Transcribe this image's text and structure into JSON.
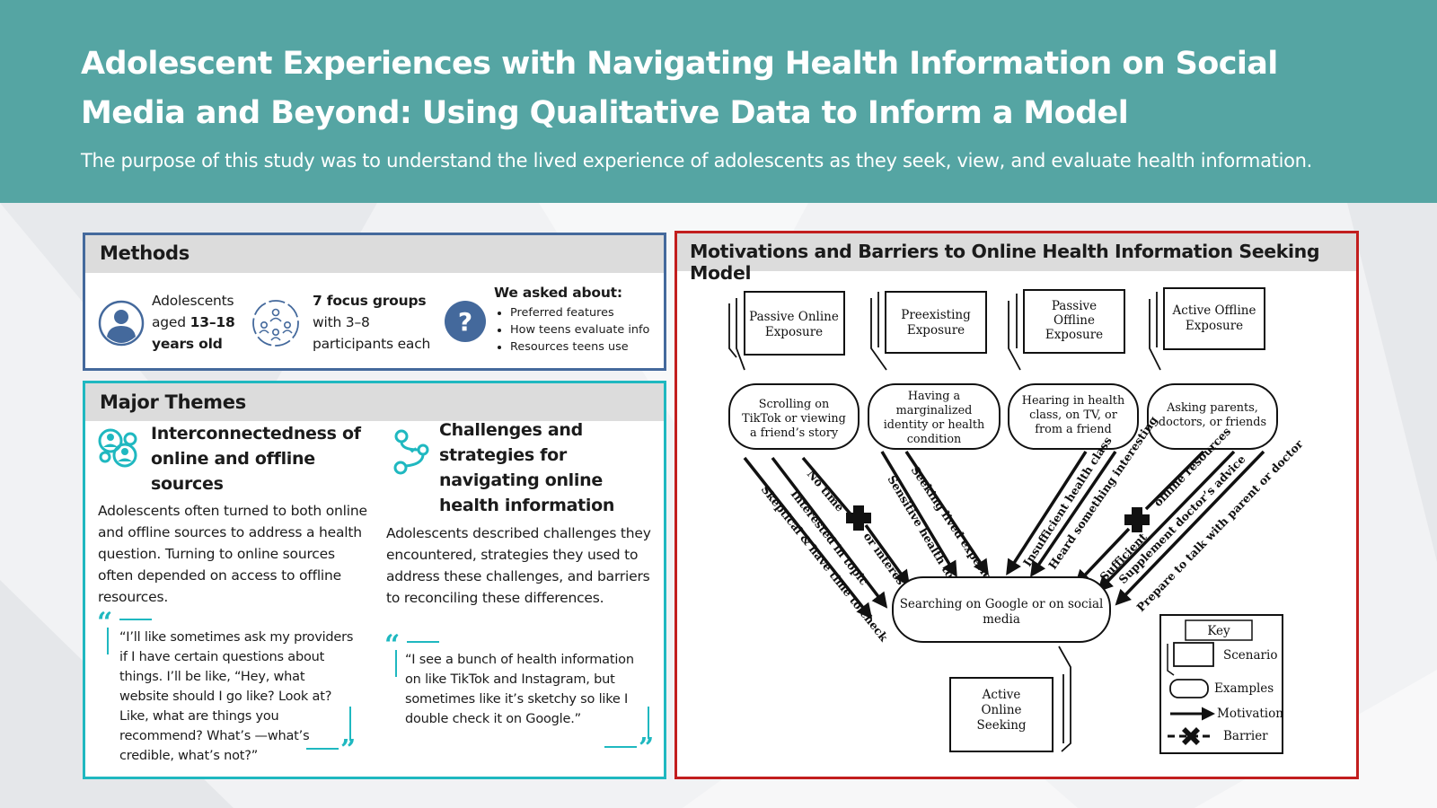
{
  "header": {
    "title": "Adolescent Experiences with Navigating Health Information on Social Media and Beyond: Using Qualitative Data to Inform a Model",
    "subtitle": "The purpose of this study was to understand the lived experience of adolescents as they seek, view, and evaluate health information."
  },
  "methods": {
    "heading": "Methods",
    "age": {
      "pre": "Adolescents",
      "pre2": "aged",
      "bold": "13–18",
      "bold2": "years old"
    },
    "groups": {
      "bold": "7 focus groups",
      "rest1": "with 3–8",
      "rest2": "participants each"
    },
    "asked": {
      "title": "We asked about:",
      "items": [
        "Preferred features",
        "How teens evaluate info",
        "Resources teens use"
      ]
    },
    "icons": [
      "person-icon",
      "group-network-icon",
      "question-icon"
    ]
  },
  "themes": {
    "heading": "Major Themes",
    "theme1": {
      "title": "Interconnectedness of online and offline sources",
      "body": "Adolescents often turned to both online and offline sources to address a health question. Turning to online sources often depended on access to offline resources.",
      "quote": "“I’ll like sometimes ask my providers if I have certain questions about things. I’ll be like, “Hey, what website should I go like? Look at? Like, what are things you recommend? What’s —what’s credible, what’s not?”"
    },
    "theme2": {
      "title": "Challenges and strategies for navigating online health information",
      "body": "Adolescents described challenges they encountered, strategies they used to address these challenges, and barriers to reconciling these differences.",
      "quote": "“I see a bunch of health information on like TikTok and Instagram, but sometimes like it’s sketchy so like I double check it on Google.”"
    },
    "open_quote": "“",
    "close_quote": "”",
    "accent": "#1fb8c0"
  },
  "model": {
    "heading": "Motivations and Barriers to Online Health Information Seeking Model",
    "scenarios": [
      {
        "lines": [
          "Passive Online",
          "Exposure"
        ]
      },
      {
        "lines": [
          "Preexisting",
          "Exposure"
        ]
      },
      {
        "lines": [
          "Passive",
          "Offline",
          "Exposure"
        ]
      },
      {
        "lines": [
          "Active Offline",
          "Exposure"
        ]
      }
    ],
    "examples": [
      {
        "lines": [
          "Scrolling on",
          "TikTok or viewing",
          "a friend’s story"
        ]
      },
      {
        "lines": [
          "Having a",
          "marginalized",
          "identity or health",
          "condition"
        ]
      },
      {
        "lines": [
          "Hearing in health",
          "class, on TV, or",
          "from a friend"
        ]
      },
      {
        "lines": [
          "Asking parents,",
          "doctors, or friends"
        ]
      }
    ],
    "labels": [
      "Skeptical & have time to check",
      "Interested in topic",
      "No time",
      "or interest",
      "Sensitive health topic",
      "Seeking lived experience",
      "Insufficient health class",
      "Heard something interesting",
      "Sufficient",
      "offline resources",
      "Supplement doctor’s advice",
      "Prepare to talk with parent or doctor"
    ],
    "center": {
      "lines": [
        "Searching on Google or on social",
        "media"
      ]
    },
    "outcome": {
      "lines": [
        "Active",
        "Online",
        "Seeking"
      ]
    },
    "key": {
      "title": "Key",
      "items": [
        "Scenario",
        "Examples",
        "Motivation",
        "Barrier"
      ]
    },
    "border_color": "#c21e1e"
  }
}
